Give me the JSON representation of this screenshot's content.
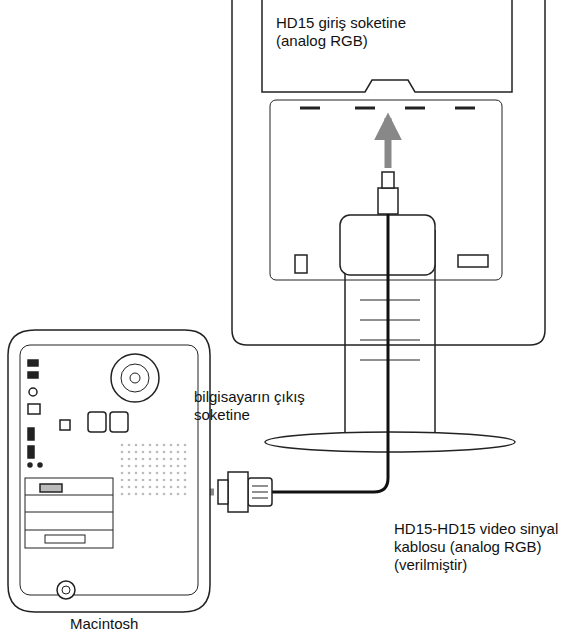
{
  "diagram": {
    "labels": [
      "HD15 giriş soketine (analog RGB)",
      "bilgisayarın çıkış soketine",
      "HD15-HD15 video sinyal kablosu (analog RGB) (verilmiştir)",
      "Macintosh"
    ]
  }
}
